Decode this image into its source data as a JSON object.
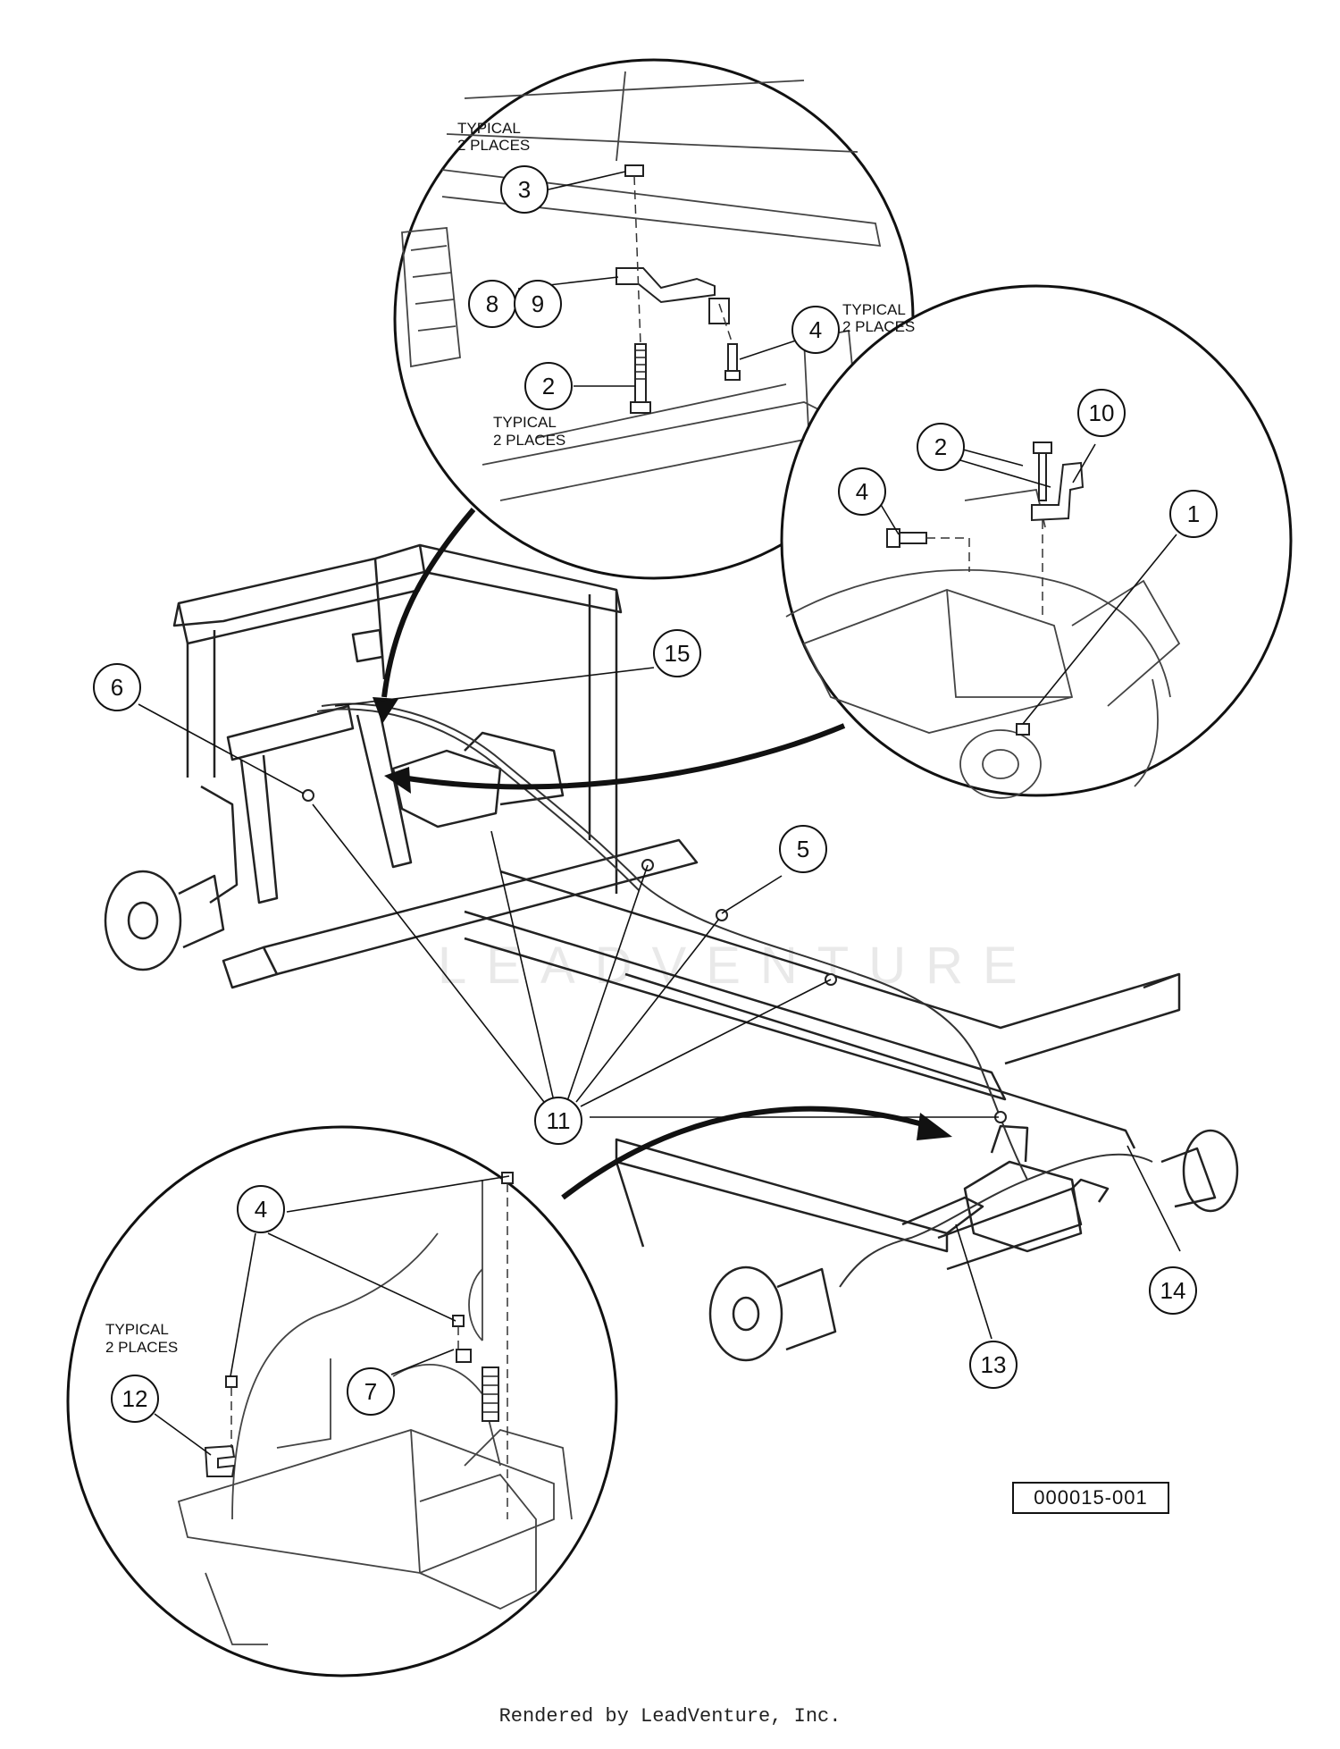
{
  "callouts": [
    {
      "id": "c1",
      "label": "1"
    },
    {
      "id": "c2a",
      "label": "2"
    },
    {
      "id": "c2b",
      "label": "2"
    },
    {
      "id": "c3",
      "label": "3"
    },
    {
      "id": "c4a",
      "label": "4"
    },
    {
      "id": "c4b",
      "label": "4"
    },
    {
      "id": "c4c",
      "label": "4"
    },
    {
      "id": "c5",
      "label": "5"
    },
    {
      "id": "c6",
      "label": "6"
    },
    {
      "id": "c7",
      "label": "7"
    },
    {
      "id": "c8",
      "label": "8"
    },
    {
      "id": "c9",
      "label": "9"
    },
    {
      "id": "c10",
      "label": "10"
    },
    {
      "id": "c11",
      "label": "11"
    },
    {
      "id": "c12",
      "label": "12"
    },
    {
      "id": "c13",
      "label": "13"
    },
    {
      "id": "c14",
      "label": "14"
    },
    {
      "id": "c15",
      "label": "15"
    }
  ],
  "notes": {
    "typical": "TYPICAL",
    "places": "2 PLACES"
  },
  "watermark": "LEADVENTURE",
  "reference_number": "000015-001",
  "footer": "Rendered by LeadVenture, Inc."
}
